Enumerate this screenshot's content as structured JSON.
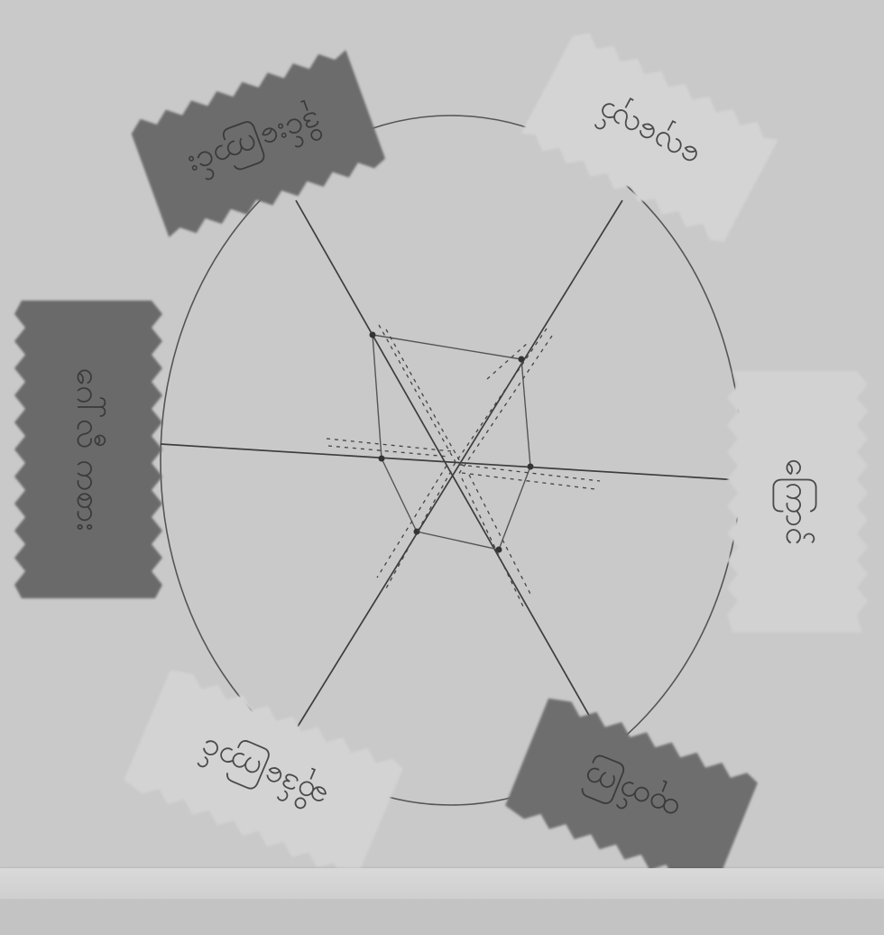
{
  "photo": {
    "description_free": true,
    "paper_tone": "#c9c9c9",
    "ink_color": "#3a3a3a",
    "tag_colors": {
      "dark": "#6e6e6e",
      "light": "#d6d6d6"
    }
  },
  "tags": [
    {
      "id": "top-left",
      "text": "ဒိုင်းကြောင်း",
      "tone": "dark"
    },
    {
      "id": "top-right",
      "text": "လှေလှော်",
      "tone": "light"
    },
    {
      "id": "left",
      "text": "ဂေါ်လီ ကစား",
      "tone": "dark"
    },
    {
      "id": "right",
      "text": "ကြောင်",
      "tone": "light"
    },
    {
      "id": "bottom-left",
      "text": "ဆိုဒ်ကြောင်",
      "tone": "light"
    },
    {
      "id": "bottom-right",
      "text": "ထုတ်ကြ",
      "tone": "dark"
    }
  ]
}
